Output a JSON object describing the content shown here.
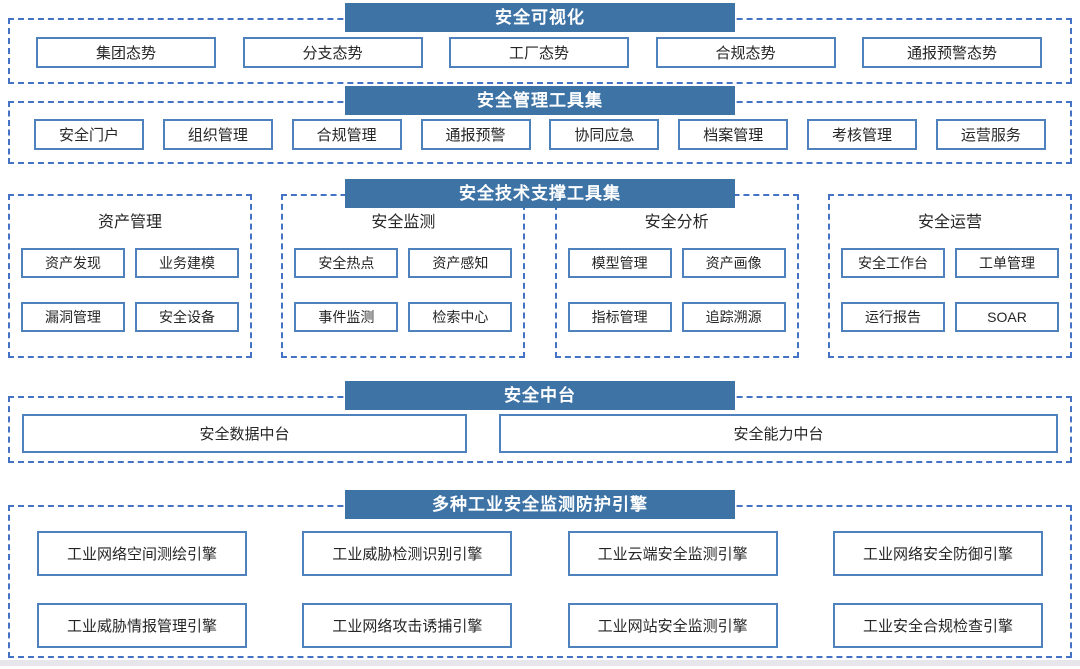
{
  "theme": {
    "banner_bg": "#3e73a6",
    "banner_text": "#ffffff",
    "dashed_border": "#4472c4",
    "box_border": "#4f81bd",
    "text": "#262626",
    "page_bg": "#ffffff"
  },
  "sections": {
    "visualization": {
      "title": "安全可视化",
      "items": [
        "集团态势",
        "分支态势",
        "工厂态势",
        "合规态势",
        "通报预警态势"
      ]
    },
    "management": {
      "title": "安全管理工具集",
      "items": [
        "安全门户",
        "组织管理",
        "合规管理",
        "通报预警",
        "协同应急",
        "档案管理",
        "考核管理",
        "运营服务"
      ]
    },
    "tech_support": {
      "title": "安全技术支撑工具集",
      "groups": [
        {
          "title": "资产管理",
          "items": [
            "资产发现",
            "业务建模",
            "漏洞管理",
            "安全设备"
          ]
        },
        {
          "title": "安全监测",
          "items": [
            "安全热点",
            "资产感知",
            "事件监测",
            "检索中心"
          ]
        },
        {
          "title": "安全分析",
          "items": [
            "模型管理",
            "资产画像",
            "指标管理",
            "追踪溯源"
          ]
        },
        {
          "title": "安全运营",
          "items": [
            "安全工作台",
            "工单管理",
            "运行报告",
            "SOAR"
          ]
        }
      ]
    },
    "middle_platform": {
      "title": "安全中台",
      "items": [
        "安全数据中台",
        "安全能力中台"
      ]
    },
    "engines": {
      "title": "多种工业安全监测防护引擎",
      "items": [
        "工业网络空间测绘引擎",
        "工业威胁检测识别引擎",
        "工业云端安全监测引擎",
        "工业网络安全防御引擎",
        "工业威胁情报管理引擎",
        "工业网络攻击诱捕引擎",
        "工业网站安全监测引擎",
        "工业安全合规检查引擎"
      ]
    }
  }
}
